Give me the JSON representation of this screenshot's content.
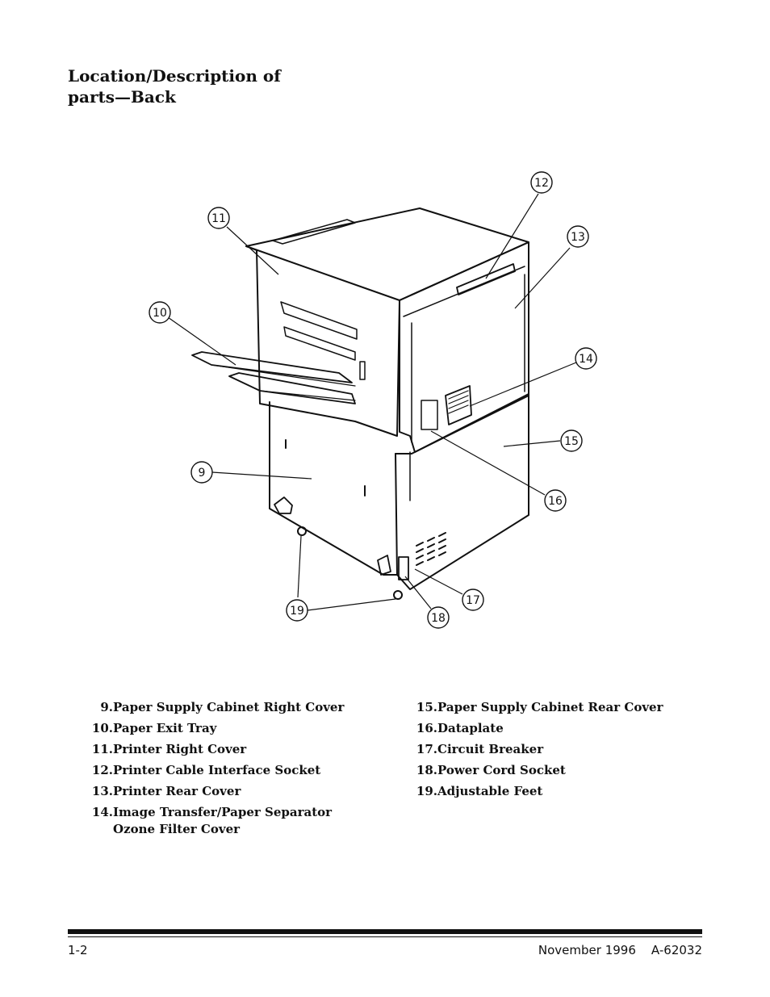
{
  "heading": {
    "line1": "Location/Description of",
    "line2": "parts—Back"
  },
  "figure": {
    "callouts": [
      "9",
      "10",
      "11",
      "12",
      "13",
      "14",
      "15",
      "16",
      "17",
      "18",
      "19"
    ]
  },
  "legend": {
    "left": [
      {
        "num": "9.",
        "text": "Paper Supply Cabinet Right Cover"
      },
      {
        "num": "10.",
        "text": "Paper Exit Tray"
      },
      {
        "num": "11.",
        "text": "Printer Right Cover"
      },
      {
        "num": "12.",
        "text": "Printer Cable Interface Socket"
      },
      {
        "num": "13.",
        "text": "Printer Rear Cover"
      },
      {
        "num": "14.",
        "text": "Image Transfer/Paper Separator Ozone Filter Cover"
      }
    ],
    "right": [
      {
        "num": "15.",
        "text": "Paper Supply Cabinet Rear Cover"
      },
      {
        "num": "16.",
        "text": "Dataplate"
      },
      {
        "num": "17.",
        "text": "Circuit Breaker"
      },
      {
        "num": "18.",
        "text": "Power Cord Socket"
      },
      {
        "num": "19.",
        "text": "Adjustable Feet"
      }
    ]
  },
  "footer": {
    "page": "1-2",
    "date_doc": "November 1996    A-62032"
  }
}
